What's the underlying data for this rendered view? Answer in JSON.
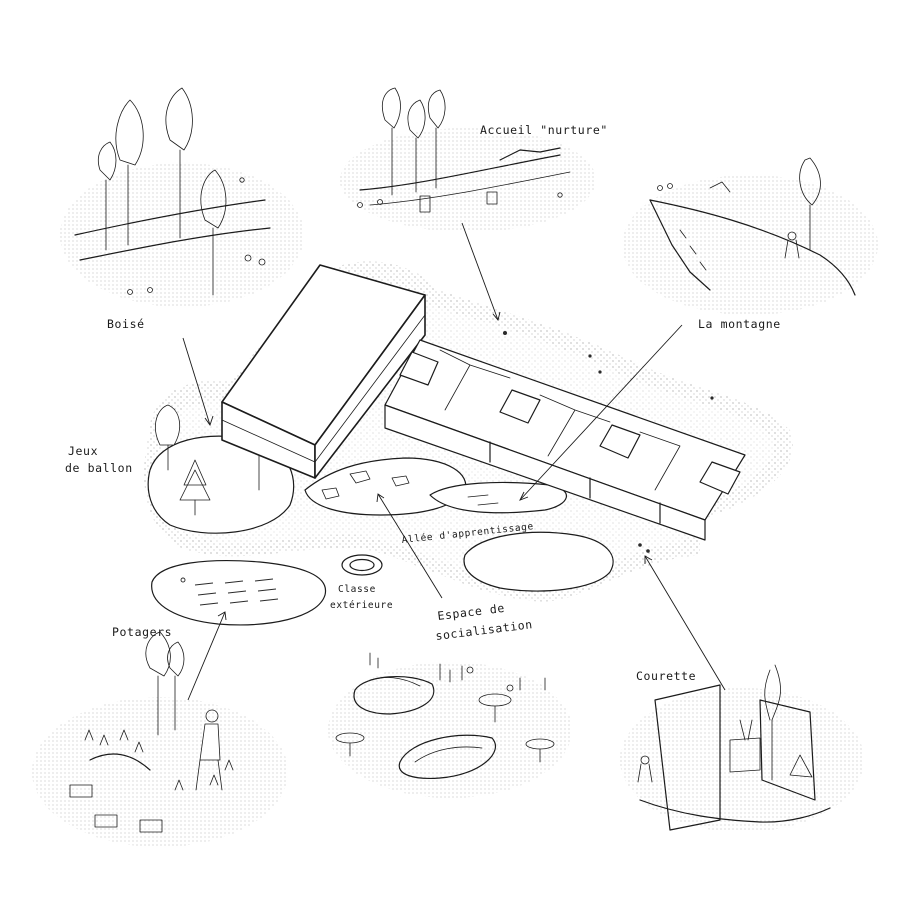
{
  "labels": {
    "boise": "Boisé",
    "accueil": "Accueil \"nurture\"",
    "montagne": "La montagne",
    "jeux_line1": "Jeux",
    "jeux_line2": "de ballon",
    "allee": "Allée d'apprentissage",
    "classe_line1": "Classe",
    "classe_line2": "extérieure",
    "espace_line1": "Espace de",
    "espace_line2": "socialisation",
    "potagers": "Potagers",
    "courette": "Courette"
  }
}
